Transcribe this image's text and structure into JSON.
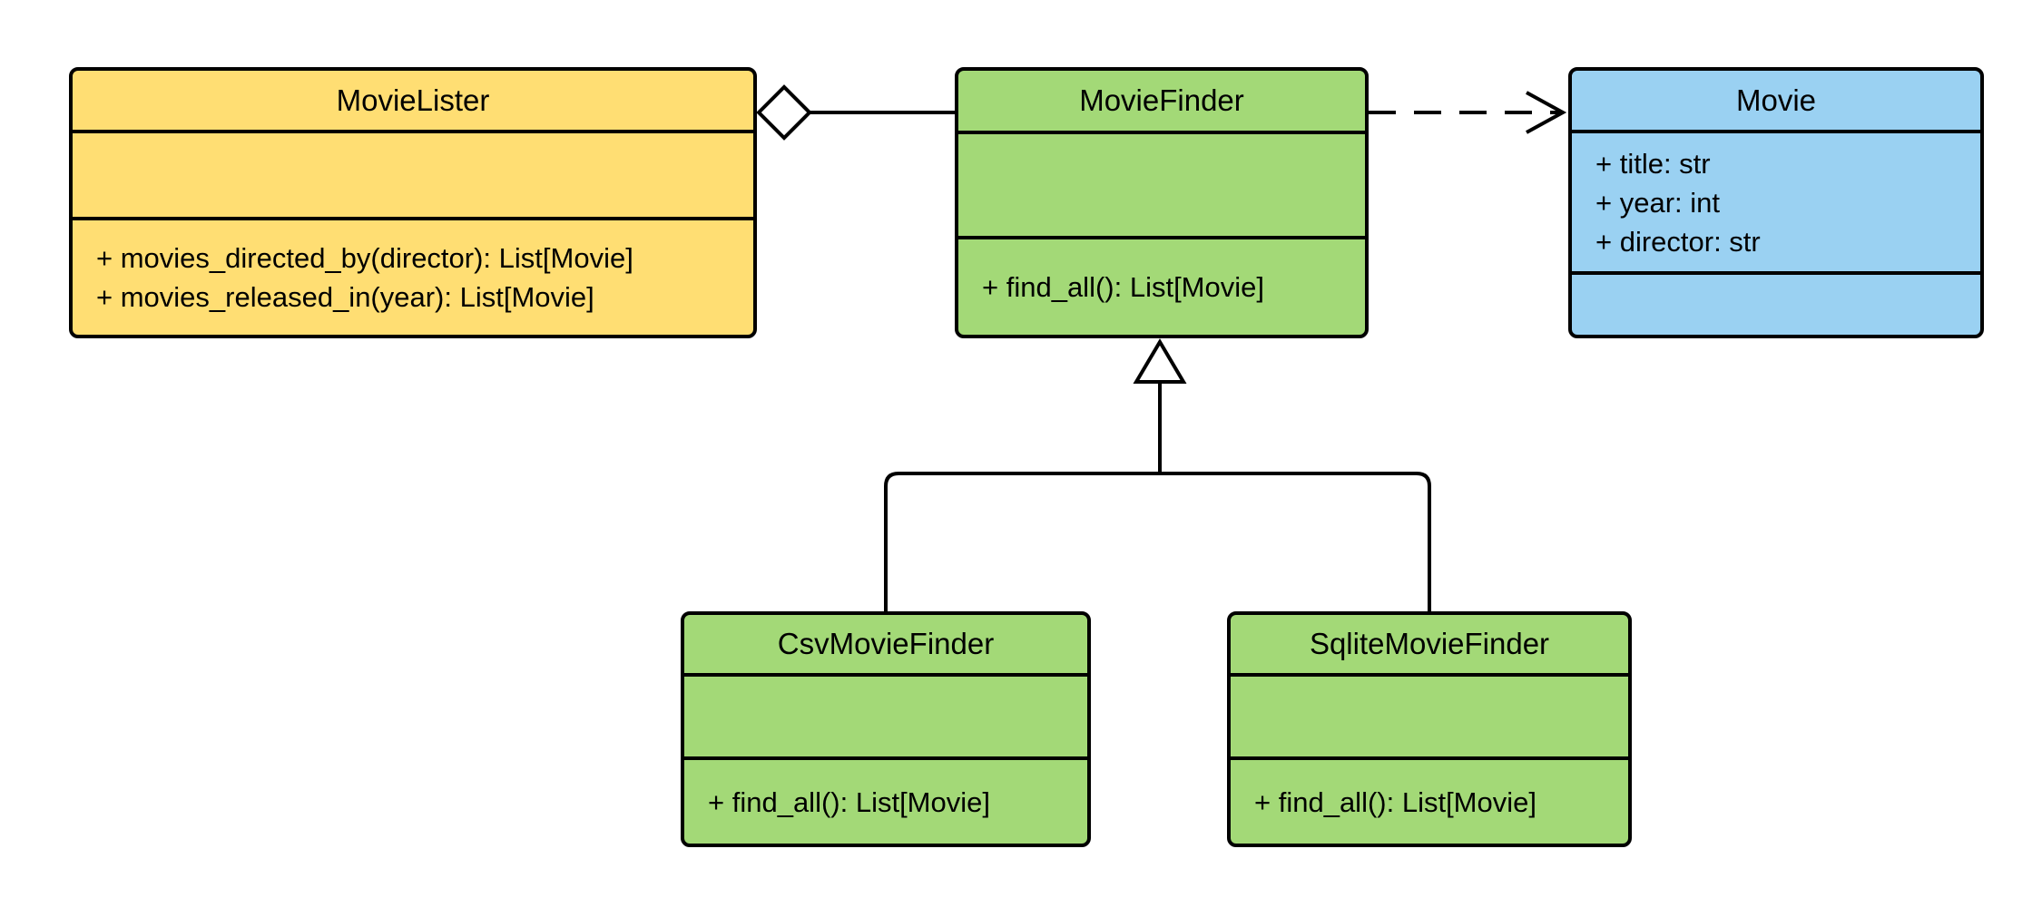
{
  "diagram": {
    "type": "uml-class-diagram",
    "classes": [
      {
        "name": "MovieLister",
        "color": "#FFDE73",
        "attributes": [],
        "methods": [
          "+ movies_directed_by(director): List[Movie]",
          "+ movies_released_in(year): List[Movie]"
        ]
      },
      {
        "name": "MovieFinder",
        "color": "#A3D977",
        "attributes": [],
        "methods": [
          "+ find_all(): List[Movie]"
        ]
      },
      {
        "name": "Movie",
        "color": "#9AD1F2",
        "attributes": [
          "+ title: str",
          "+ year: int",
          "+ director: str"
        ],
        "methods": []
      },
      {
        "name": "CsvMovieFinder",
        "color": "#A3D977",
        "attributes": [],
        "methods": [
          "+ find_all(): List[Movie]"
        ]
      },
      {
        "name": "SqliteMovieFinder",
        "color": "#A3D977",
        "attributes": [],
        "methods": [
          "+ find_all(): List[Movie]"
        ]
      }
    ],
    "relationships": [
      {
        "type": "aggregation",
        "from": "MovieLister",
        "to": "MovieFinder"
      },
      {
        "type": "dependency",
        "from": "MovieFinder",
        "to": "Movie"
      },
      {
        "type": "inheritance",
        "from": "CsvMovieFinder",
        "to": "MovieFinder"
      },
      {
        "type": "inheritance",
        "from": "SqliteMovieFinder",
        "to": "MovieFinder"
      }
    ],
    "colors": {
      "line": "#000000",
      "background": "#FFFFFF"
    }
  }
}
